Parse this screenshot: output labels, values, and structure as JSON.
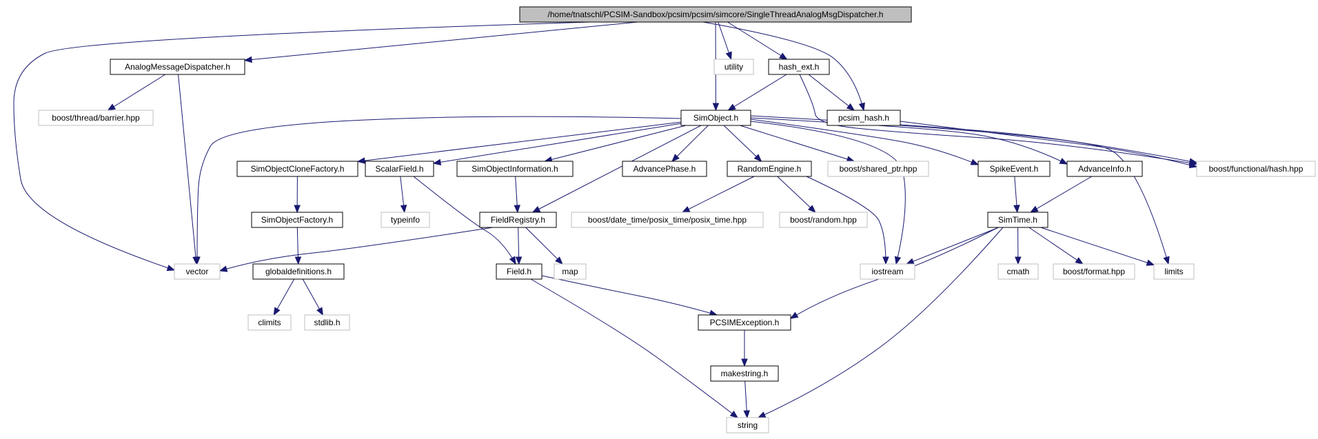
{
  "nodes": [
    {
      "id": "root",
      "label": "/home/tnatschl/PCSIM-Sandbox/pcsim/pcsim/simcore/SingleThreadAnalogMsgDispatcher.h",
      "kind": "root"
    },
    {
      "id": "amd",
      "label": "AnalogMessageDispatcher.h",
      "kind": "local"
    },
    {
      "id": "utility",
      "label": "utility",
      "kind": "external"
    },
    {
      "id": "hashext",
      "label": "hash_ext.h",
      "kind": "local"
    },
    {
      "id": "barrier",
      "label": "boost/thread/barrier.hpp",
      "kind": "external"
    },
    {
      "id": "simobject",
      "label": "SimObject.h",
      "kind": "local"
    },
    {
      "id": "pcsimhash",
      "label": "pcsim_hash.h",
      "kind": "local"
    },
    {
      "id": "socf",
      "label": "SimObjectCloneFactory.h",
      "kind": "local"
    },
    {
      "id": "scalarfield",
      "label": "ScalarField.h",
      "kind": "local"
    },
    {
      "id": "soinfo",
      "label": "SimObjectInformation.h",
      "kind": "local"
    },
    {
      "id": "advphase",
      "label": "AdvancePhase.h",
      "kind": "local"
    },
    {
      "id": "randeng",
      "label": "RandomEngine.h",
      "kind": "local"
    },
    {
      "id": "sharedptr",
      "label": "boost/shared_ptr.hpp",
      "kind": "external"
    },
    {
      "id": "spikeevent",
      "label": "SpikeEvent.h",
      "kind": "local"
    },
    {
      "id": "advinfo",
      "label": "AdvanceInfo.h",
      "kind": "local"
    },
    {
      "id": "fhash",
      "label": "boost/functional/hash.hpp",
      "kind": "external"
    },
    {
      "id": "sof",
      "label": "SimObjectFactory.h",
      "kind": "local"
    },
    {
      "id": "typeinfo",
      "label": "typeinfo",
      "kind": "external"
    },
    {
      "id": "fieldreg",
      "label": "FieldRegistry.h",
      "kind": "local"
    },
    {
      "id": "posixtime",
      "label": "boost/date_time/posix_time/posix_time.hpp",
      "kind": "external"
    },
    {
      "id": "random",
      "label": "boost/random.hpp",
      "kind": "external"
    },
    {
      "id": "simtime",
      "label": "SimTime.h",
      "kind": "local"
    },
    {
      "id": "vector",
      "label": "vector",
      "kind": "external"
    },
    {
      "id": "globaldef",
      "label": "globaldefinitions.h",
      "kind": "local"
    },
    {
      "id": "field",
      "label": "Field.h",
      "kind": "local"
    },
    {
      "id": "map",
      "label": "map",
      "kind": "external"
    },
    {
      "id": "iostream",
      "label": "iostream",
      "kind": "external"
    },
    {
      "id": "cmath",
      "label": "cmath",
      "kind": "external"
    },
    {
      "id": "format",
      "label": "boost/format.hpp",
      "kind": "external"
    },
    {
      "id": "limits",
      "label": "limits",
      "kind": "external"
    },
    {
      "id": "climits",
      "label": "climits",
      "kind": "external"
    },
    {
      "id": "stdlib",
      "label": "stdlib.h",
      "kind": "external"
    },
    {
      "id": "pcsimexc",
      "label": "PCSIMException.h",
      "kind": "local"
    },
    {
      "id": "makestring",
      "label": "makestring.h",
      "kind": "local"
    },
    {
      "id": "string",
      "label": "string",
      "kind": "external"
    }
  ],
  "edges": [
    [
      "root",
      "amd"
    ],
    [
      "root",
      "vector"
    ],
    [
      "root",
      "utility"
    ],
    [
      "root",
      "simobject"
    ],
    [
      "root",
      "hashext"
    ],
    [
      "root",
      "pcsimhash"
    ],
    [
      "amd",
      "barrier"
    ],
    [
      "amd",
      "vector"
    ],
    [
      "hashext",
      "simobject"
    ],
    [
      "hashext",
      "pcsimhash"
    ],
    [
      "hashext",
      "fhash"
    ],
    [
      "pcsimhash",
      "fhash"
    ],
    [
      "pcsimhash",
      "limits"
    ],
    [
      "simobject",
      "vector"
    ],
    [
      "simobject",
      "socf"
    ],
    [
      "simobject",
      "scalarfield"
    ],
    [
      "simobject",
      "soinfo"
    ],
    [
      "simobject",
      "fieldreg"
    ],
    [
      "simobject",
      "advphase"
    ],
    [
      "simobject",
      "randeng"
    ],
    [
      "simobject",
      "sharedptr"
    ],
    [
      "simobject",
      "iostream"
    ],
    [
      "simobject",
      "spikeevent"
    ],
    [
      "simobject",
      "advinfo"
    ],
    [
      "simobject",
      "fhash"
    ],
    [
      "socf",
      "sof"
    ],
    [
      "sof",
      "globaldef"
    ],
    [
      "globaldef",
      "climits"
    ],
    [
      "globaldef",
      "stdlib"
    ],
    [
      "scalarfield",
      "typeinfo"
    ],
    [
      "scalarfield",
      "field"
    ],
    [
      "soinfo",
      "fieldreg"
    ],
    [
      "fieldreg",
      "vector"
    ],
    [
      "fieldreg",
      "field"
    ],
    [
      "fieldreg",
      "map"
    ],
    [
      "randeng",
      "posixtime"
    ],
    [
      "randeng",
      "random"
    ],
    [
      "randeng",
      "iostream"
    ],
    [
      "spikeevent",
      "simtime"
    ],
    [
      "advinfo",
      "simtime"
    ],
    [
      "simtime",
      "iostream"
    ],
    [
      "simtime",
      "cmath"
    ],
    [
      "simtime",
      "format"
    ],
    [
      "simtime",
      "limits"
    ],
    [
      "simtime",
      "pcsimexc"
    ],
    [
      "simtime",
      "string"
    ],
    [
      "field",
      "pcsimexc"
    ],
    [
      "field",
      "string"
    ],
    [
      "pcsimexc",
      "makestring"
    ],
    [
      "makestring",
      "string"
    ]
  ]
}
